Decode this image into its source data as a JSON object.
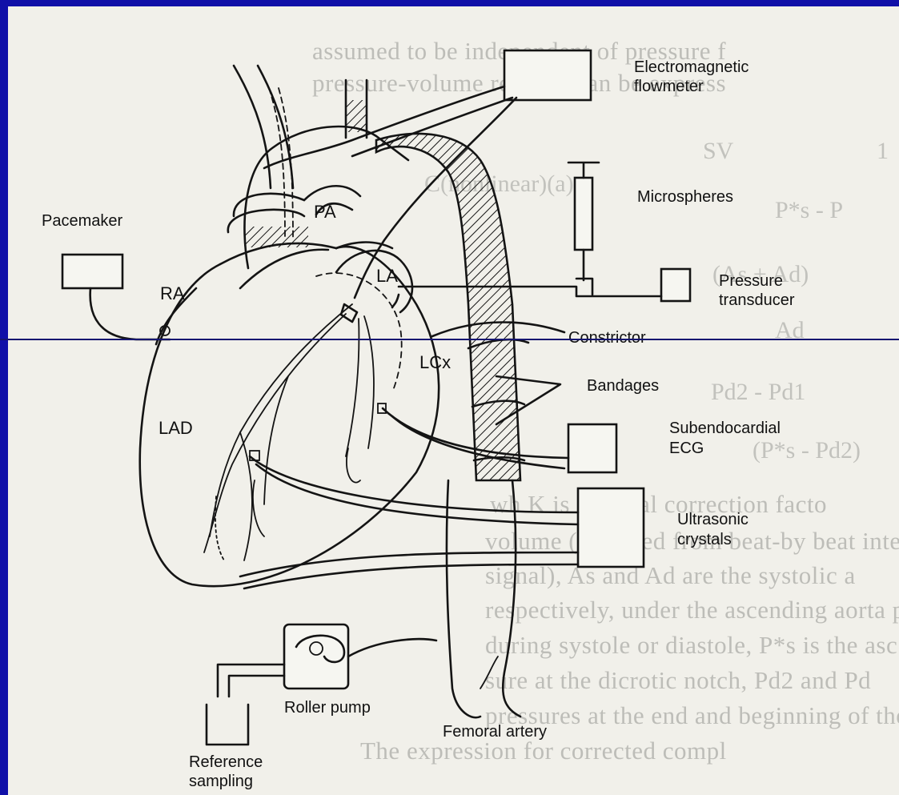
{
  "background_text": [
    "assumed to be independent of pressure f",
    "pressure-volume relation can be express",
    "wh    K  is  an  ideal  correction  facto",
    "volume (obtained from beat-by beat integ",
    "signal), As  and  Ad  are  the  systolic  a",
    "respectively, under the ascending aorta p",
    "        during  systole  or  diastole,  P*s  is  the  asc",
    "sure  at  the  dicrotic  notch,  Pd2  and  Pd",
    "pressures at the end and beginning of the",
    "    The  expression  for  corrected  compl"
  ],
  "equations": {
    "eq1_sv": "SV",
    "eq1_one": "1",
    "eq1_lhs": "C(nonlinear)(a)  =",
    "eq1_den": "P*s  -  P",
    "eq2": "(As  +  Ad)",
    "eq2_den": "Ad",
    "eq3": "Pd2  -  Pd1",
    "eq3_den": "(P*s  -  Pd2)"
  },
  "diagram": {
    "labels": {
      "flowmeter_line1": "Electromagnetic",
      "flowmeter_line2": "flowmeter",
      "microspheres": "Microspheres",
      "pacemaker": "Pacemaker",
      "pa": "PA",
      "ra": "RA",
      "la": "LA",
      "pressure_line1": "Pressure",
      "pressure_line2": "transducer",
      "constrictor": "Constrictor",
      "lcx": "LCx",
      "bandages": "Bandages",
      "lad": "LAD",
      "ecg_line1": "Subendocardial",
      "ecg_line2": "ECG",
      "ultrasonic_line1": "Ultrasonic",
      "ultrasonic_line2": "crystals",
      "roller_pump": "Roller pump",
      "femoral_artery": "Femoral artery",
      "reference_line1": "Reference",
      "reference_line2": "sampling"
    }
  },
  "colors": {
    "frame": "#1010a8",
    "paper": "#f1f0ea",
    "ink": "#141414",
    "divider": "#15156f"
  }
}
